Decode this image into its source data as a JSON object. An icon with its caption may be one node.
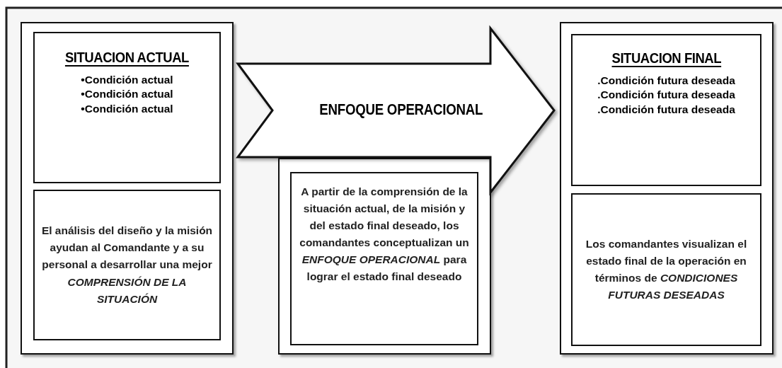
{
  "diagram": {
    "nodes": [
      {
        "text": [],
        "shape": "box"
      },
      {
        "text": [
          "SITUACION ACTUAL",
          "•Condición actual",
          "•Condición actual",
          "•Condición actual"
        ],
        "in": 0
      },
      {
        "text": [
          "El análisis del diseño y la misión ayudan al Comandante y a su personal a desarrollar una mejor *COMPRENSIÓN DE LA SITUACIÓN*"
        ],
        "in": 0
      },
      {
        "text": [],
        "shape": "box"
      },
      {
        "text": [
          "A partir de la comprensión de la situación actual, de la misión y del estado final deseado, los comandantes conceptualizan un *ENFOQUE OPERACIONAL* para lograr el estado final deseado"
        ],
        "in": 3
      },
      {
        "text": [],
        "shape": "box"
      },
      {
        "text": [
          "SITUACION FINAL",
          ".Condición futura deseada",
          ".Condición futura deseada",
          ".Condición futura deseada"
        ],
        "in": 5
      },
      {
        "text": [
          "Los comandantes visualizan el estado final de la operación en términos de *CONDICIONES FUTURAS DESEADAS*"
        ],
        "in": 5
      }
    ],
    "edges": [
      {
        "from": 0,
        "to": 5,
        "arrow": "to",
        "label": "ENFOQUE OPERACIONAL",
        "style": "thick"
      }
    ]
  }
}
